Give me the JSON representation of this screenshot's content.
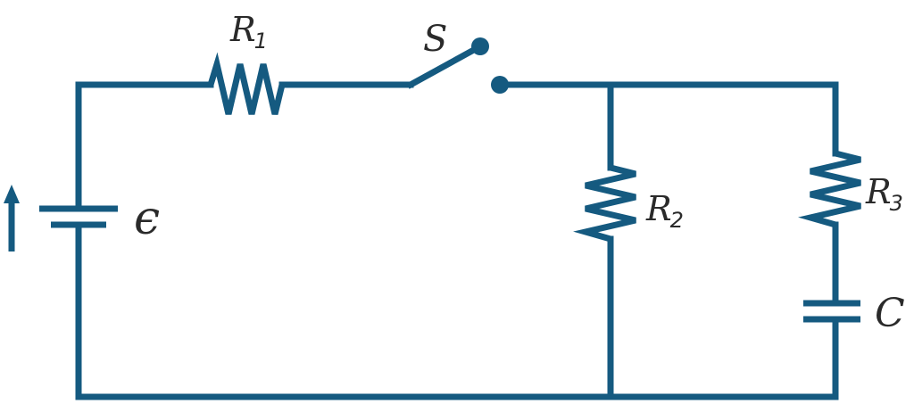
{
  "colors": {
    "wire": "#155a80",
    "text": "#2a2a2a",
    "background": "#ffffff"
  },
  "components": {
    "r1": {
      "main": "R",
      "sub": "1"
    },
    "r2": {
      "main": "R",
      "sub": "2"
    },
    "r3": {
      "main": "R",
      "sub": "3"
    },
    "switch": {
      "main": "S"
    },
    "emf": {
      "main": "ϵ"
    },
    "capacitor": {
      "main": "C"
    }
  },
  "switch_state": "open",
  "icons": {
    "current_direction": "up-arrow-icon"
  }
}
